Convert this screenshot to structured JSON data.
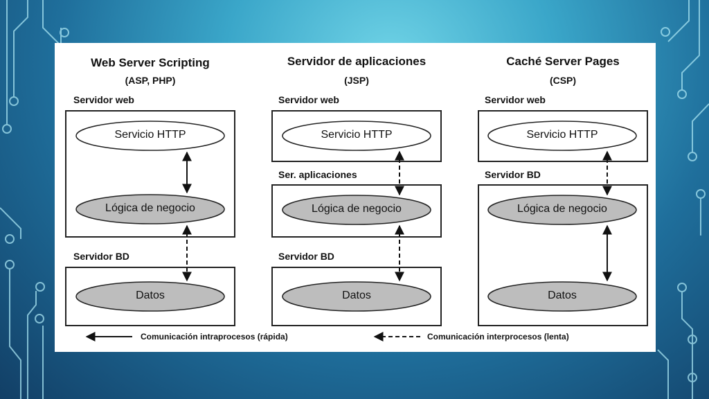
{
  "colors": {
    "background_light": "#6fd3e6",
    "background_dark": "#123f66",
    "circuit_lines": "#a8e4f2",
    "box_stroke": "#222222",
    "ellipse_white": "#ffffff",
    "ellipse_grey": "#bdbdbd"
  },
  "columns": [
    {
      "title": "Web Server Scripting",
      "subtitle": "(ASP, PHP)",
      "boxes": [
        {
          "label": "Servidor web",
          "ellipses": [
            "Servicio HTTP",
            "Lógica de negocio"
          ]
        },
        {
          "label": "Servidor BD",
          "ellipses": [
            "Datos"
          ]
        }
      ]
    },
    {
      "title": "Servidor de aplicaciones",
      "subtitle": "(JSP)",
      "boxes": [
        {
          "label": "Servidor web",
          "ellipses": [
            "Servicio HTTP"
          ]
        },
        {
          "label": "Ser. aplicaciones",
          "ellipses": [
            "Lógica de negocio"
          ]
        },
        {
          "label": "Servidor BD",
          "ellipses": [
            "Datos"
          ]
        }
      ]
    },
    {
      "title": "Caché Server Pages",
      "subtitle": "(CSP)",
      "boxes": [
        {
          "label": "Servidor web",
          "ellipses": [
            "Servicio HTTP"
          ]
        },
        {
          "label": "Servidor BD",
          "ellipses": [
            "Lógica de negocio",
            "Datos"
          ]
        }
      ]
    }
  ],
  "legend": {
    "intra": "Comunicación intraprocesos (rápida)",
    "inter": "Comunicación interprocesos (lenta)"
  }
}
